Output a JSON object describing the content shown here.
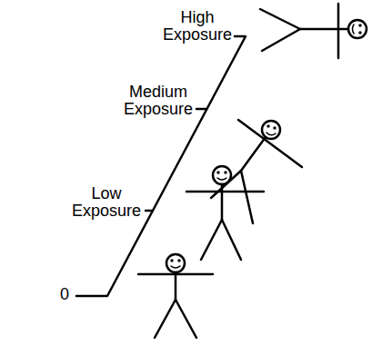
{
  "diagram": {
    "labels": [
      "High Exposure",
      "Medium Exposure",
      "Low Exposure",
      "0"
    ]
  }
}
